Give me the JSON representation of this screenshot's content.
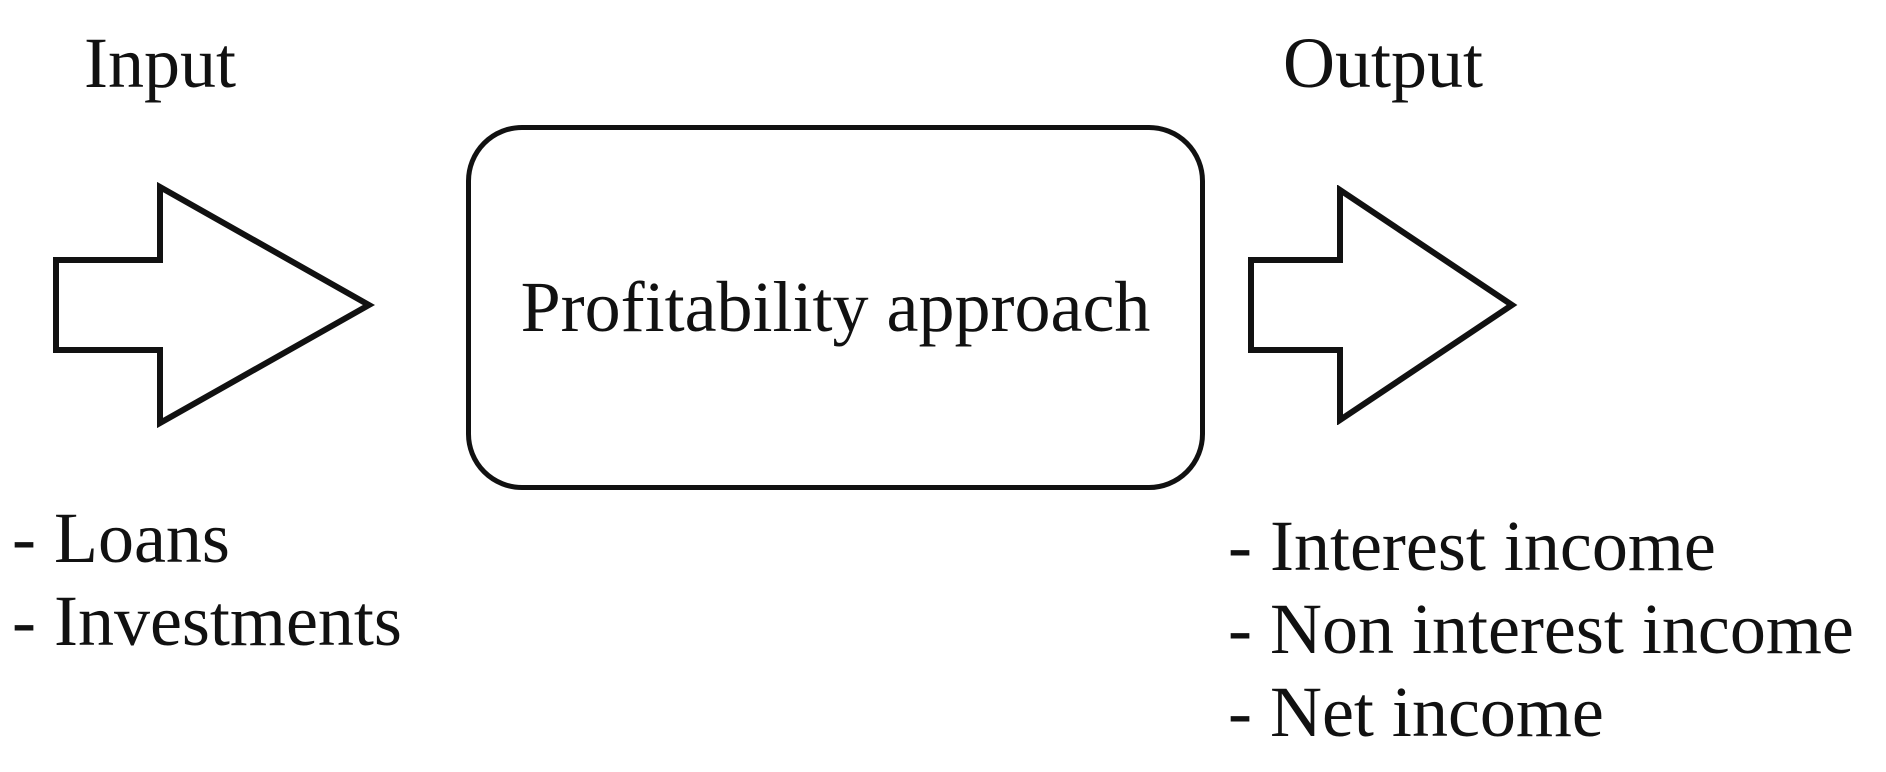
{
  "diagram": {
    "input": {
      "label": "Input",
      "items": [
        "- Loans",
        "- Investments"
      ]
    },
    "process": {
      "label": "Profitability approach"
    },
    "output": {
      "label": "Output",
      "items": [
        "- Interest income",
        "- Non interest income",
        "- Net income"
      ]
    },
    "colors": {
      "line": "#111111",
      "text": "#111111",
      "background": "#ffffff"
    }
  }
}
